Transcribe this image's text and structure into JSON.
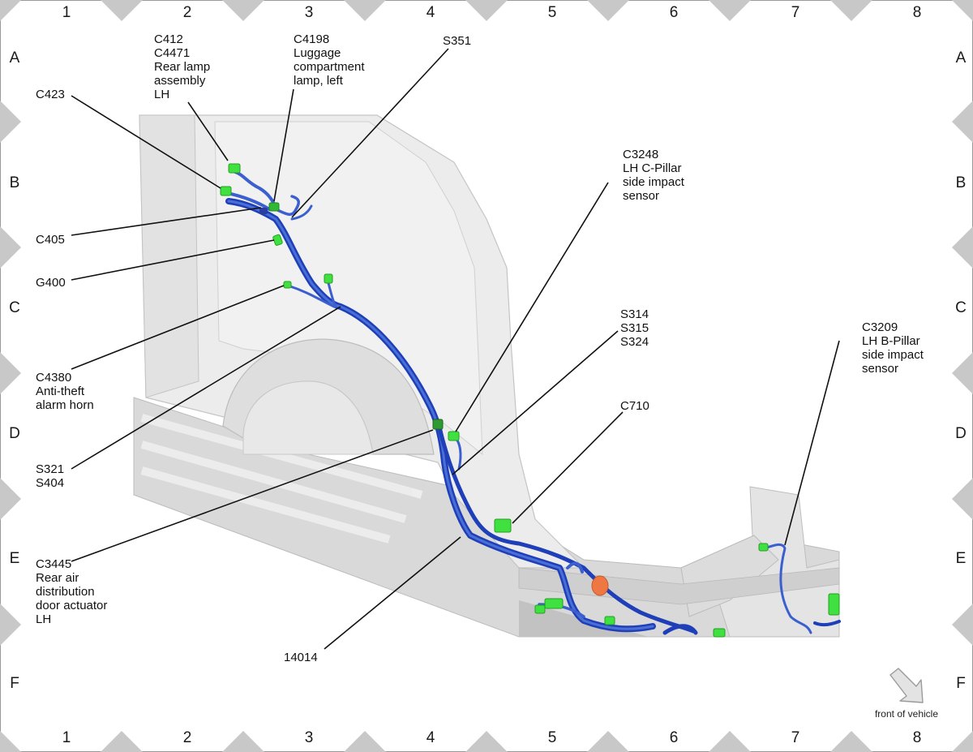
{
  "columns": [
    "1",
    "2",
    "3",
    "4",
    "5",
    "6",
    "7",
    "8"
  ],
  "rows": [
    "A",
    "B",
    "C",
    "D",
    "E",
    "F"
  ],
  "callouts": {
    "c412": [
      "C412",
      "C4471",
      "Rear lamp",
      "assembly",
      "LH"
    ],
    "c4198": [
      "C4198",
      "Luggage",
      "compartment",
      "lamp, left"
    ],
    "s351": [
      "S351"
    ],
    "c423": [
      "C423"
    ],
    "c3248": [
      "C3248",
      "LH C-Pillar",
      "side impact",
      "sensor"
    ],
    "c405": [
      "C405"
    ],
    "g400": [
      "G400"
    ],
    "c4380": [
      "C4380",
      "Anti-theft",
      "alarm horn"
    ],
    "s314": [
      "S314",
      "S315",
      "S324"
    ],
    "c3209": [
      "C3209",
      "LH B-Pillar",
      "side impact",
      "sensor"
    ],
    "c710": [
      "C710"
    ],
    "s321": [
      "S321",
      "S404"
    ],
    "c3445": [
      "C3445",
      "Rear air",
      "distribution",
      "door actuator",
      "LH"
    ],
    "harness": [
      "14014"
    ]
  },
  "direction_label": "front of vehicle",
  "colors": {
    "harness": "#1f3fb8",
    "harness_light": "#4a6fd6",
    "connector": "#3fe03f",
    "body": "#e6e6e6",
    "grommet": "#ee7744",
    "border_marks": "#c8c8c8"
  }
}
